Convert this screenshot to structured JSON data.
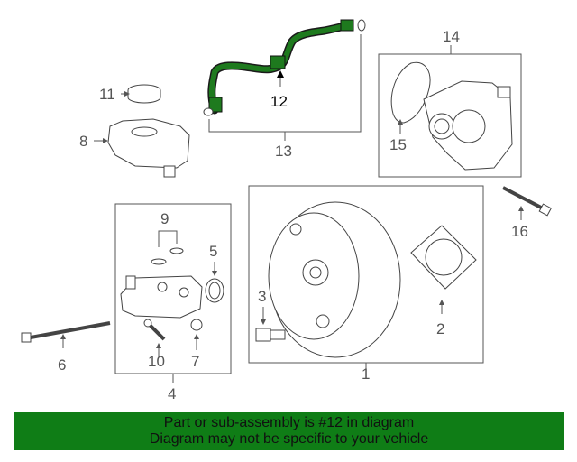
{
  "callouts": {
    "c1": "1",
    "c2": "2",
    "c3": "3",
    "c4": "4",
    "c5": "5",
    "c6": "6",
    "c7": "7",
    "c8": "8",
    "c9": "9",
    "c10": "10",
    "c11": "11",
    "c12": "12",
    "c13": "13",
    "c14": "14",
    "c15": "15",
    "c16": "16"
  },
  "highlight_color": "#0f7d16",
  "banner": {
    "line1": "Part or sub-assembly is #12 in diagram",
    "line2": "Diagram may not be specific to your vehicle"
  }
}
